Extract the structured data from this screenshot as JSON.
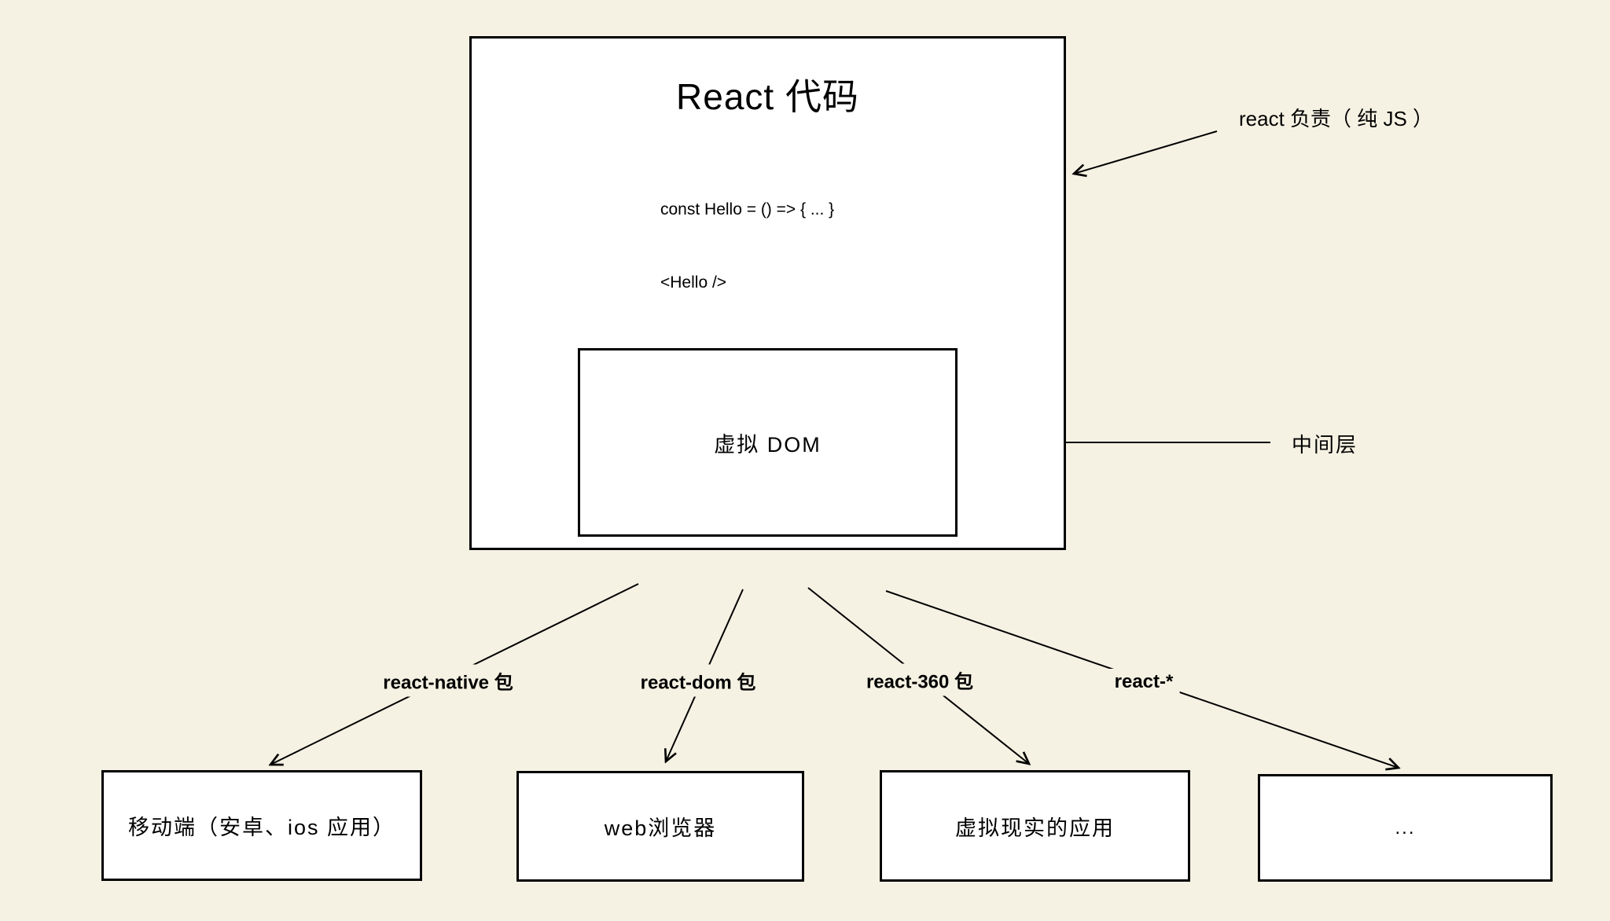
{
  "page": {
    "background_color": "#f5f2e3",
    "box_fill": "#ffffff",
    "line_color": "#000000"
  },
  "react_box": {
    "title": "React 代码",
    "code_lines": [
      "const Hello = () => { ... }",
      "<Hello />"
    ]
  },
  "vdom_box": {
    "label": "虚拟 DOM"
  },
  "annotations": {
    "react_responsibility": "react 负责（ 纯 JS ）",
    "middle_layer": "中间层"
  },
  "package_labels": {
    "react_native": "react-native 包",
    "react_dom": "react-dom 包",
    "react_360": "react-360 包",
    "react_star": "react-*"
  },
  "platform_boxes": {
    "mobile": "移动端（安卓、ios 应用）",
    "web": "web浏览器",
    "vr": "虚拟现实的应用",
    "more": "..."
  }
}
